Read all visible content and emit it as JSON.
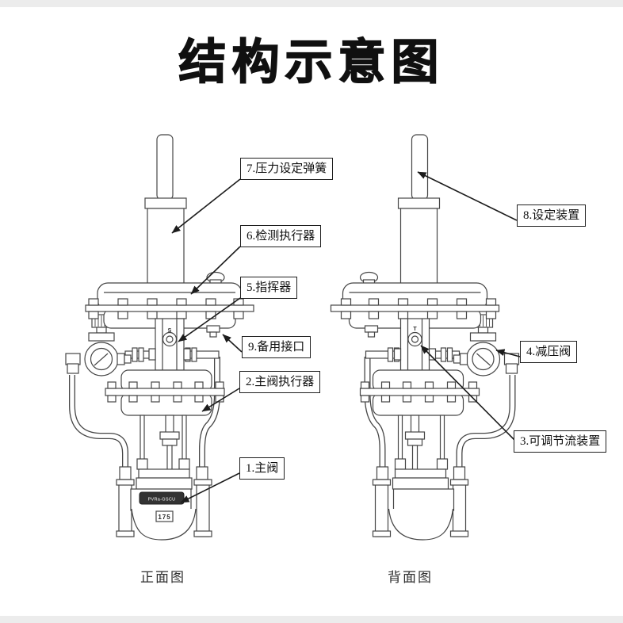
{
  "title": "结构示意图",
  "callouts": [
    {
      "num": "1",
      "label": "1.主阀"
    },
    {
      "num": "2",
      "label": "2.主阀执行器"
    },
    {
      "num": "3",
      "label": "3.可调节流装置"
    },
    {
      "num": "4",
      "label": "4.减压阀"
    },
    {
      "num": "5",
      "label": "5.指挥器"
    },
    {
      "num": "6",
      "label": "6.检测执行器"
    },
    {
      "num": "7",
      "label": "7.压力设定弹簧"
    },
    {
      "num": "8",
      "label": "8.设定装置"
    },
    {
      "num": "9",
      "label": "9.备用接口"
    }
  ],
  "views": {
    "front": "正面图",
    "back": "背面图"
  },
  "valve_markings": {
    "nameplate": "PVRa-GSCU",
    "rating_badge": "175",
    "port_front": "S",
    "port_back": "T"
  },
  "colors": {
    "line": "#454545",
    "label_border": "#1f1f1f",
    "title": "#101010"
  }
}
